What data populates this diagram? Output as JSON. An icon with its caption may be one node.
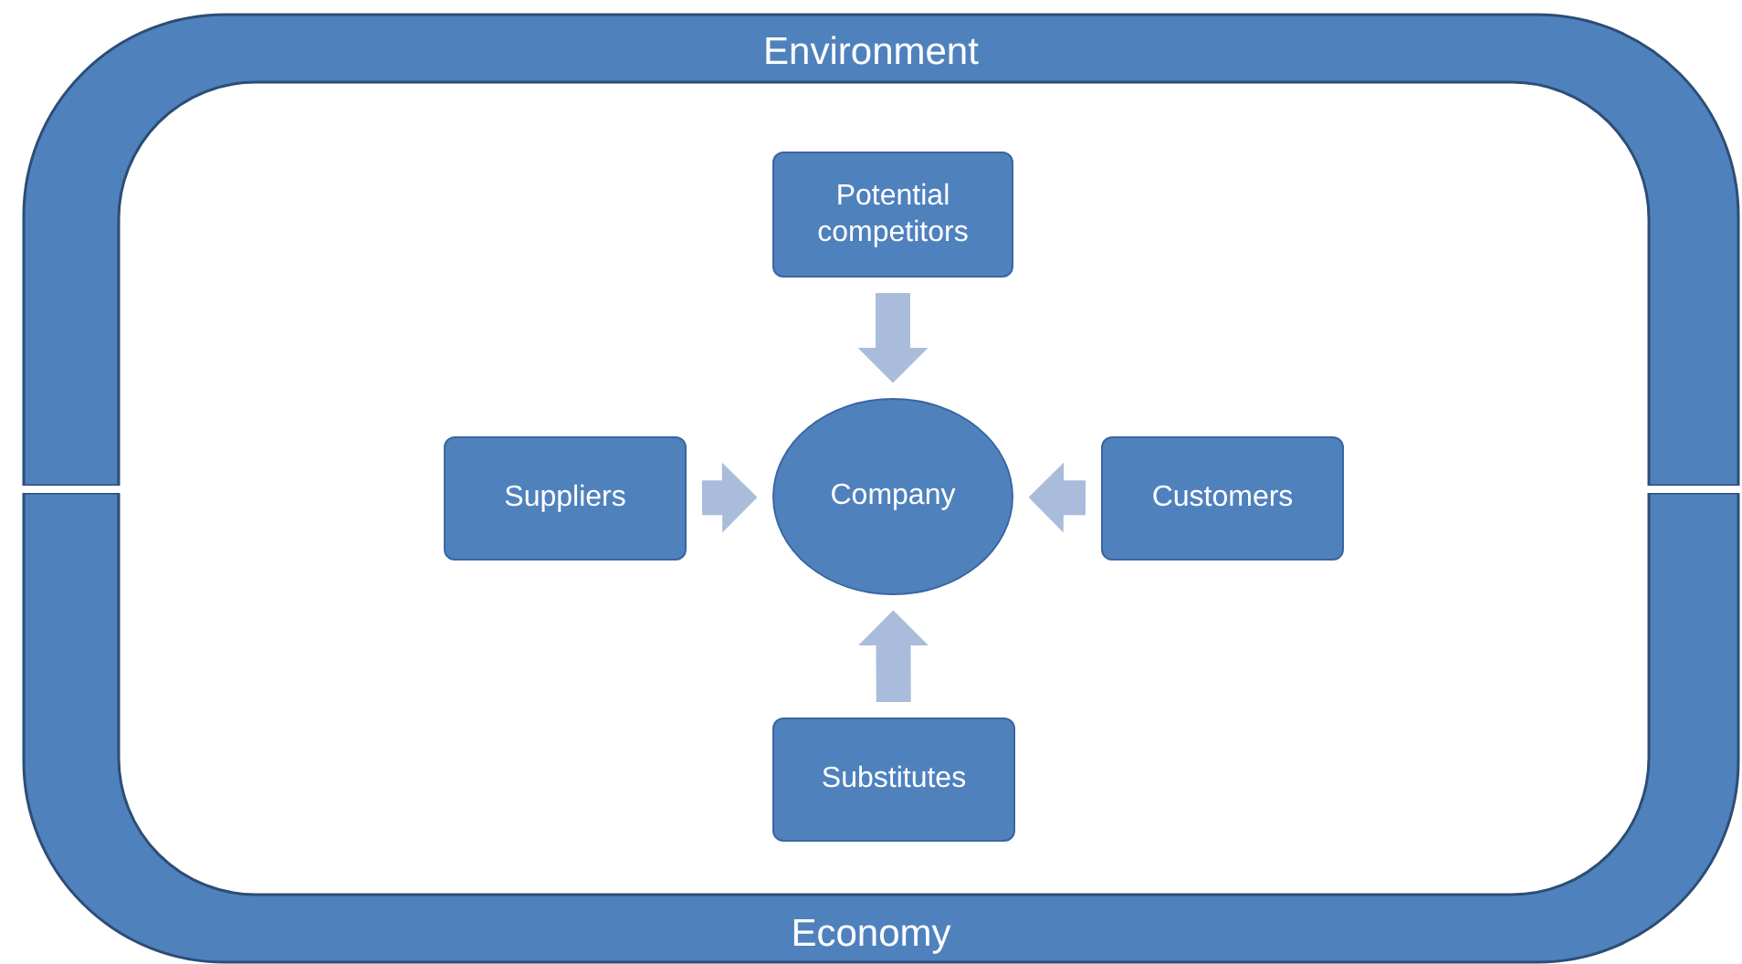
{
  "diagram": {
    "nodes": [
      {
        "text": [
          "Environment"
        ]
      },
      {
        "text": [
          "Potential competitors"
        ]
      },
      {
        "text": [
          "Suppliers"
        ]
      },
      {
        "text": [
          "Company"
        ]
      },
      {
        "text": [
          "Customers"
        ]
      },
      {
        "text": [
          "Substitutes"
        ]
      },
      {
        "text": [
          "Economy"
        ]
      }
    ],
    "edges": [
      {
        "from": 1,
        "to": 3,
        "arrow": "to"
      },
      {
        "from": 2,
        "to": 3,
        "arrow": "to"
      },
      {
        "from": 4,
        "to": 3,
        "arrow": "to"
      },
      {
        "from": 5,
        "to": 3,
        "arrow": "to"
      }
    ]
  }
}
